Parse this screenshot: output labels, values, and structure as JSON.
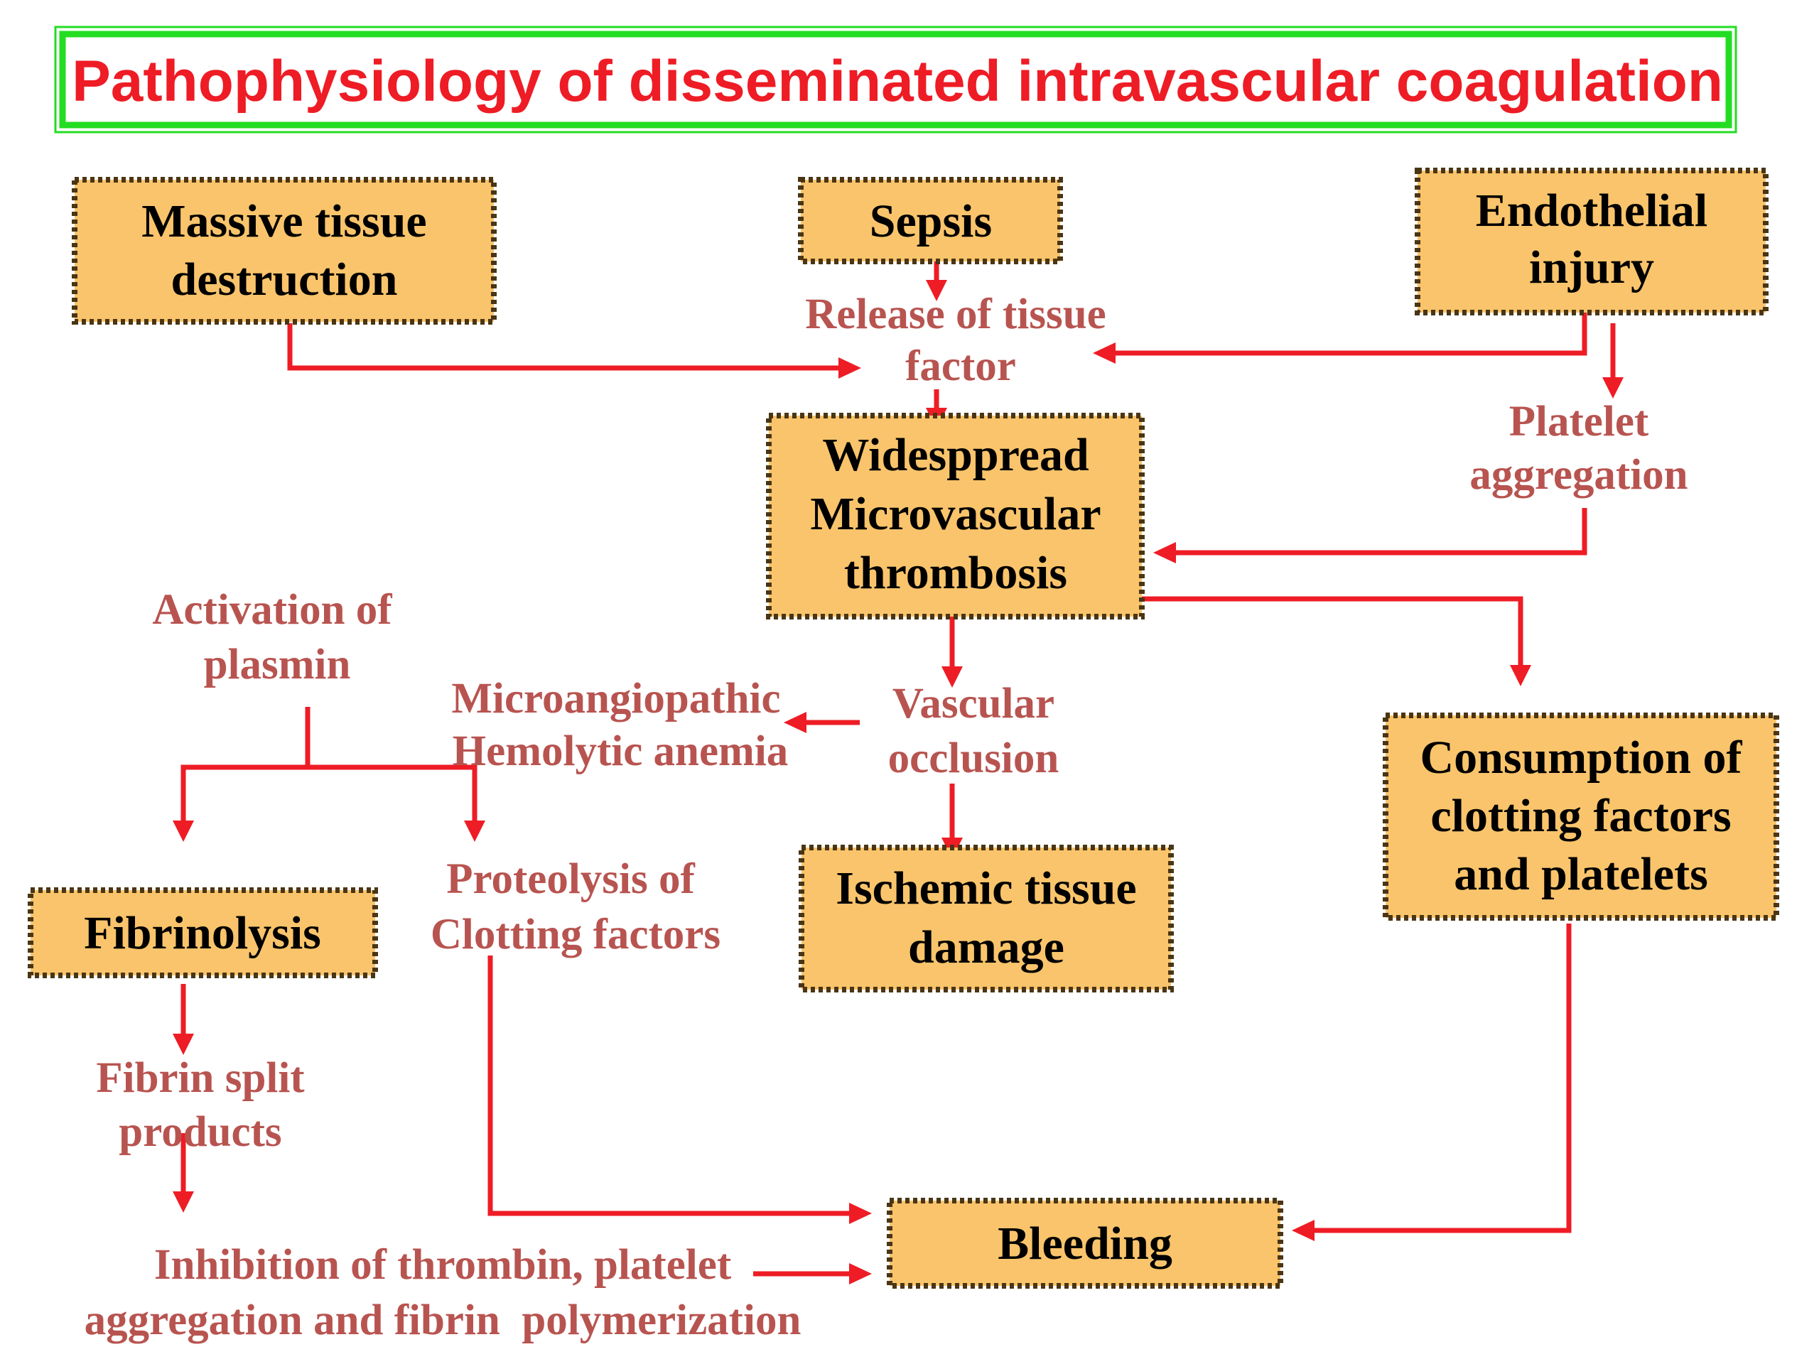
{
  "title": "Pathophysiology of disseminated intravascular coagulation",
  "boxes": {
    "massive_tissue_destruction": [
      "Massive tissue",
      "destruction"
    ],
    "sepsis": [
      "Sepsis"
    ],
    "endothelial_injury": [
      "Endothelial",
      "injury"
    ],
    "microvascular_thrombosis": [
      "Widesppread",
      "Microvascular",
      "thrombosis"
    ],
    "consumption": [
      "Consumption of",
      "clotting factors",
      "and platelets"
    ],
    "fibrinolysis": [
      "Fibrinolysis"
    ],
    "ischemic_tissue_damage": [
      "Ischemic tissue",
      "damage"
    ],
    "bleeding": [
      "Bleeding"
    ]
  },
  "labels": {
    "release_tissue_factor": [
      "Release of tissue",
      "factor"
    ],
    "platelet_aggregation": [
      "Platelet",
      "aggregation"
    ],
    "activation_plasmin": [
      "Activation of",
      "plasmin"
    ],
    "microangiopathic": [
      "Microangiopathic",
      "Hemolytic anemia"
    ],
    "vascular_occlusion": [
      "Vascular",
      "occlusion"
    ],
    "proteolysis": [
      "Proteolysis of",
      "Clotting factors"
    ],
    "fibrin_split": [
      "Fibrin split",
      "products"
    ],
    "inhibition": [
      "Inhibition of thrombin, platelet",
      "aggregation and fibrin  polymerization"
    ]
  },
  "colors": {
    "title": "#EE1C25",
    "title_border": "#22DD22",
    "box_fill": "#F9C46B",
    "label": "#B85450",
    "arrow": "#EE1C25"
  }
}
